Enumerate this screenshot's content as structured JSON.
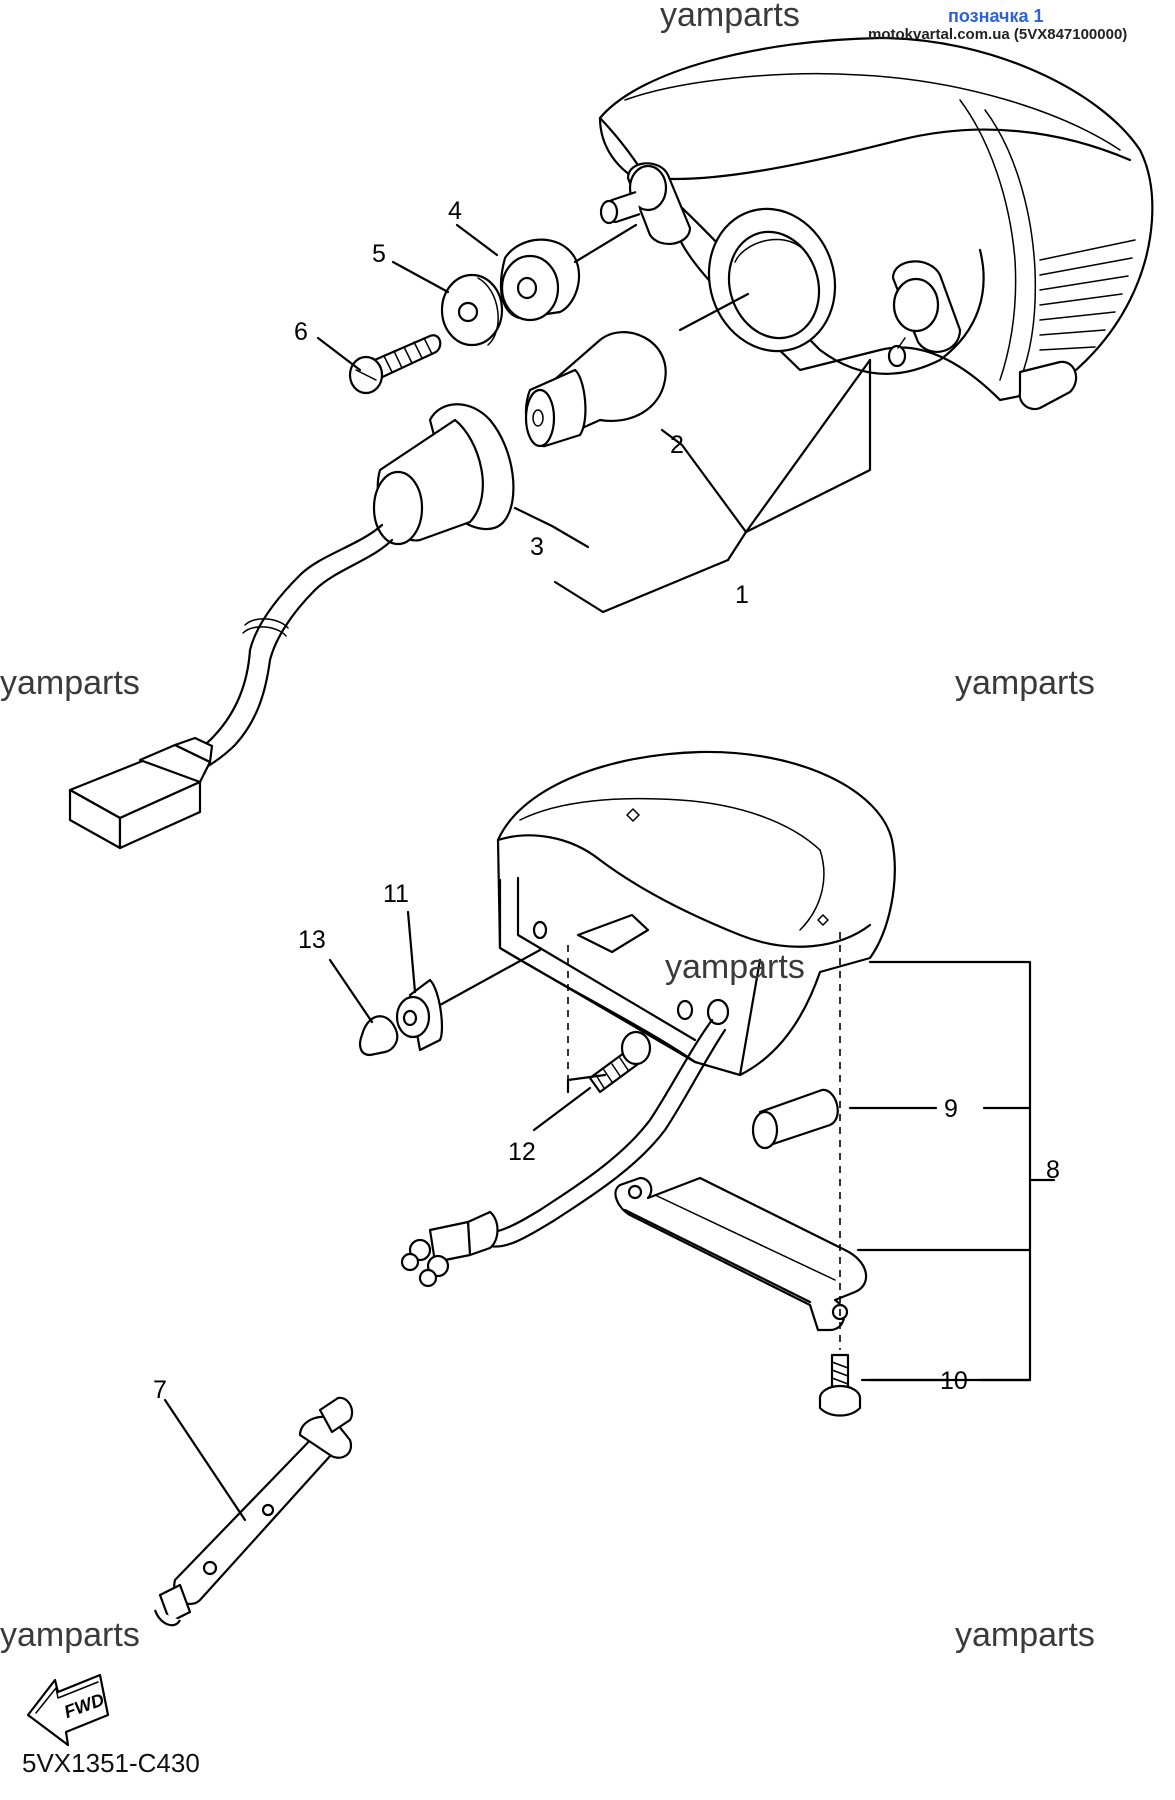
{
  "header": {
    "badge": "позначка 1",
    "source_note": "motokvartal.com.ua (5VX847100000)"
  },
  "watermarks": [
    "yamparts",
    "yamparts",
    "yamparts",
    "yamparts",
    "yamparts",
    "yamparts"
  ],
  "callouts": [
    "1",
    "2",
    "3",
    "4",
    "5",
    "6",
    "7",
    "8",
    "9",
    "10",
    "11",
    "12",
    "13"
  ],
  "fwd_label": "FWD",
  "footer": {
    "part_code": "5VX1351-C430"
  }
}
